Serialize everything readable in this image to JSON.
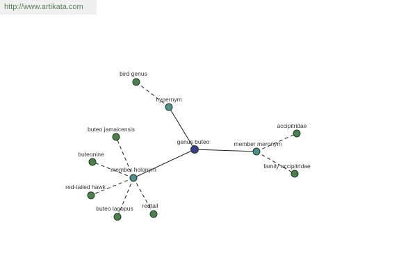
{
  "watermark": "http://www.artikata.com",
  "colors": {
    "root": "#3c3c8c",
    "relation": "#4f8f8f",
    "leaf": "#4c7f4c"
  },
  "nodes": {
    "genus_buteo": "genus buteo",
    "hypernym": "hypernym",
    "bird_genus": "bird genus",
    "member_meronym": "member meronym",
    "accipitridae": "accipitridae",
    "family_accipitridae": "family accipitridae",
    "member_holonym": "member holonym",
    "buteo_jamaicensis": "buteo jamaicensis",
    "buteonine": "buteonine",
    "red_tailed_hawk": "red-tailed hawk",
    "buteo_lagopus": "buteo lagopus",
    "redtail": "redtail"
  }
}
